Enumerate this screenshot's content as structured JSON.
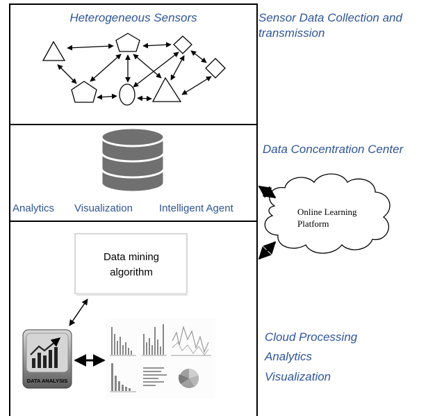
{
  "sections": {
    "sensors": {
      "title": "Heterogeneous Sensors",
      "side_label_line1": "Sensor Data Collection and",
      "side_label_line2": "transmission"
    },
    "concentration": {
      "side_label": "Data Concentration Center",
      "labels": [
        "Analytics",
        "Visualization",
        "Intelligent Agent"
      ],
      "icon": "database-icon"
    },
    "cloud_box": {
      "title_line1": "Online Learning",
      "title_line2": "Platform"
    },
    "processing": {
      "algorithm_line1": "Data mining",
      "algorithm_line2": "algorithm",
      "app_label": "DATA ANALYSIS",
      "side_label_line1": "Cloud Processing",
      "side_label_line2": "Analytics",
      "side_label_line3": "Visualization"
    }
  },
  "colors": {
    "label_blue": "#2f5597",
    "database_gray": "#707070",
    "line": "#000000"
  }
}
